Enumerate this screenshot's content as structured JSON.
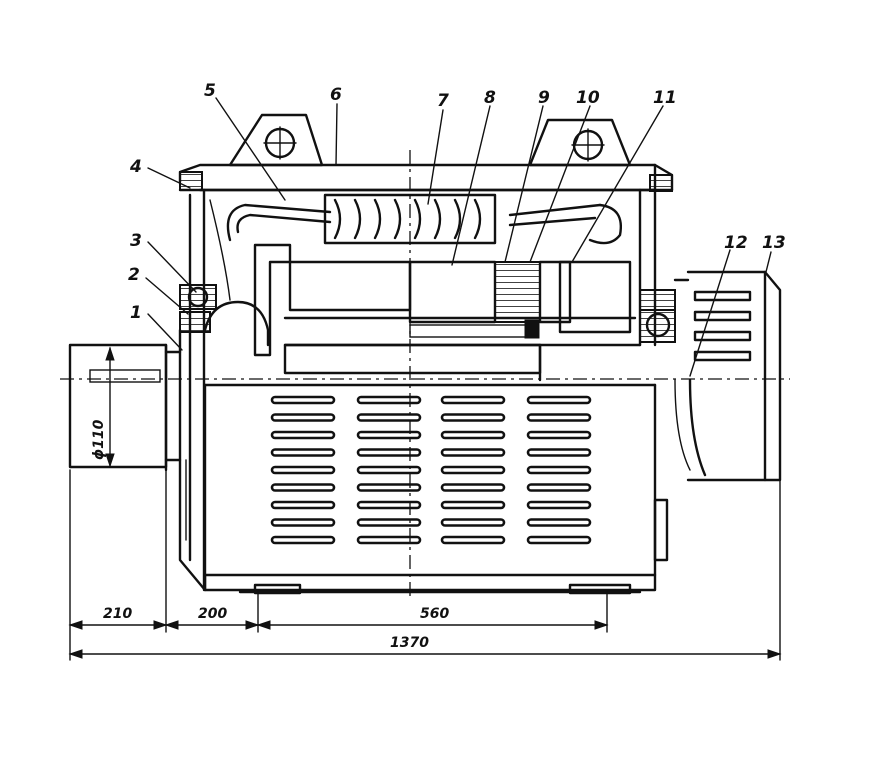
{
  "callouts": {
    "c1": "1",
    "c2": "2",
    "c3": "3",
    "c4": "4",
    "c5": "5",
    "c6": "6",
    "c7": "7",
    "c8": "8",
    "c9": "9",
    "c10": "10",
    "c11": "11",
    "c12": "12",
    "c13": "13"
  },
  "dimensions": {
    "shaft_diameter": "ϕ110",
    "shaft_length": "210",
    "end_shield_offset": "200",
    "foot_spacing": "560",
    "overall_length": "1370"
  }
}
